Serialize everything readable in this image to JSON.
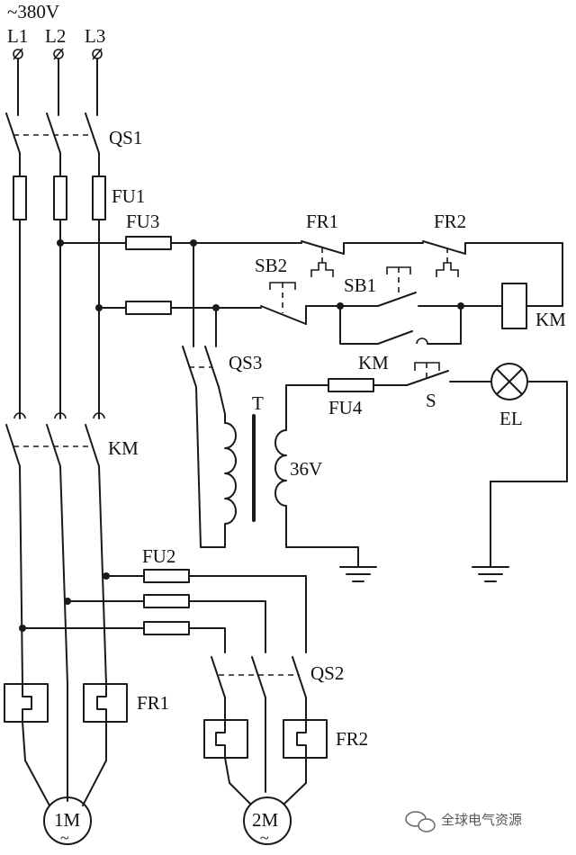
{
  "supply": {
    "voltage": "~380V",
    "phases": [
      "L1",
      "L2",
      "L3"
    ]
  },
  "labels": {
    "qs1": "QS1",
    "fu1": "FU1",
    "fu3": "FU3",
    "fr1_top": "FR1",
    "fr2_top": "FR2",
    "sb2": "SB2",
    "sb1": "SB1",
    "km_coil": "KM",
    "km_aux": "KM",
    "qs3": "QS3",
    "transformer": "T",
    "secondary_voltage": "36V",
    "fu4": "FU4",
    "switch_s": "S",
    "lamp": "EL",
    "km_main": "KM",
    "fu2": "FU2",
    "qs2": "QS2",
    "fr1_bottom": "FR1",
    "fr2_bottom": "FR2"
  },
  "motors": [
    {
      "name": "1M",
      "symbol": "~"
    },
    {
      "name": "2M",
      "symbol": "~"
    }
  ],
  "watermark": "全球电气资源"
}
